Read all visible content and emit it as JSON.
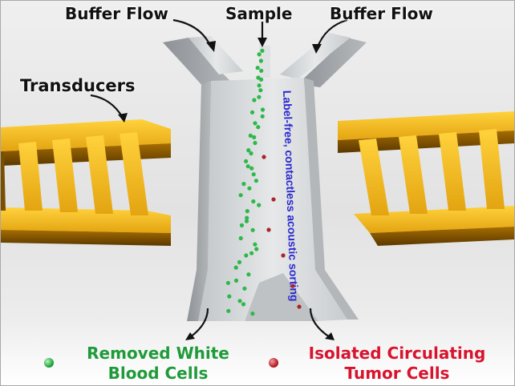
{
  "labels": {
    "buffer_flow_left": "Buffer Flow",
    "sample": "Sample",
    "buffer_flow_right": "Buffer Flow",
    "transducers": "Transducers",
    "channel_text": "Label-free, contactless acoustic sorting"
  },
  "legend": {
    "white_cells": {
      "line1": "Removed White",
      "line2": "Blood Cells",
      "color": "#1f9a3a"
    },
    "tumor_cells": {
      "line1": "Isolated Circulating",
      "line2": "Tumor Cells",
      "color": "#d8132d"
    }
  },
  "colors": {
    "gold": "#e6ad12",
    "channel": "#cfd2d4",
    "channel_text": "#2a2ad0"
  }
}
